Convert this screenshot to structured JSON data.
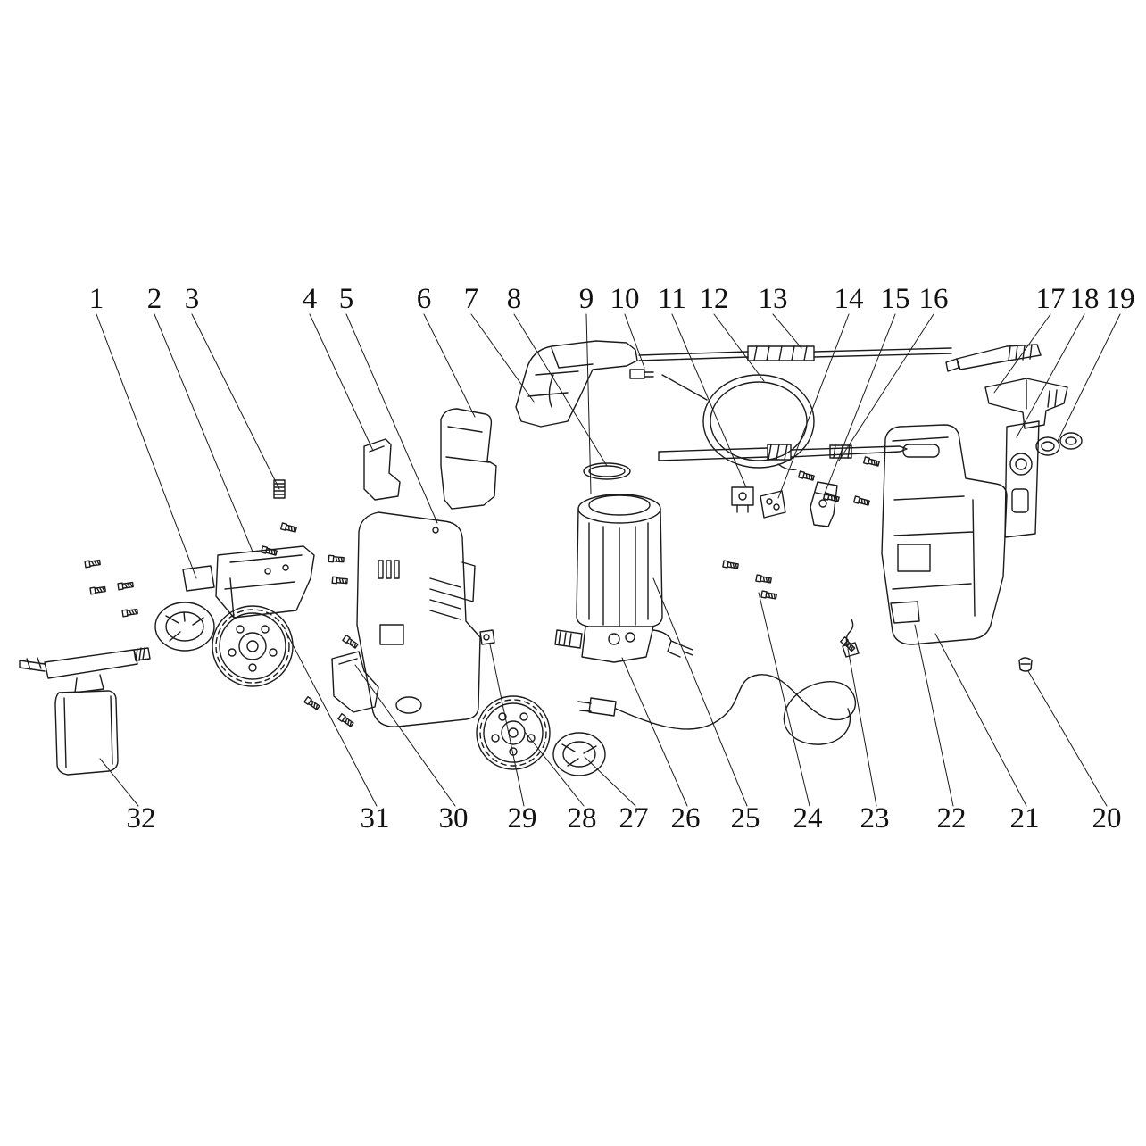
{
  "diagram": {
    "type": "exploded-parts-diagram",
    "colors": {
      "background": "#ffffff",
      "line": "#1b1b1b",
      "text": "#111111"
    }
  },
  "labels": {
    "top": [
      "1",
      "2",
      "3",
      "4",
      "5",
      "6",
      "7",
      "8",
      "9",
      "10",
      "11",
      "12",
      "13",
      "14",
      "15",
      "16",
      "17",
      "18",
      "19"
    ],
    "bottom": [
      "32",
      "31",
      "30",
      "29",
      "28",
      "27",
      "26",
      "25",
      "24",
      "23",
      "22",
      "21",
      "20"
    ]
  }
}
